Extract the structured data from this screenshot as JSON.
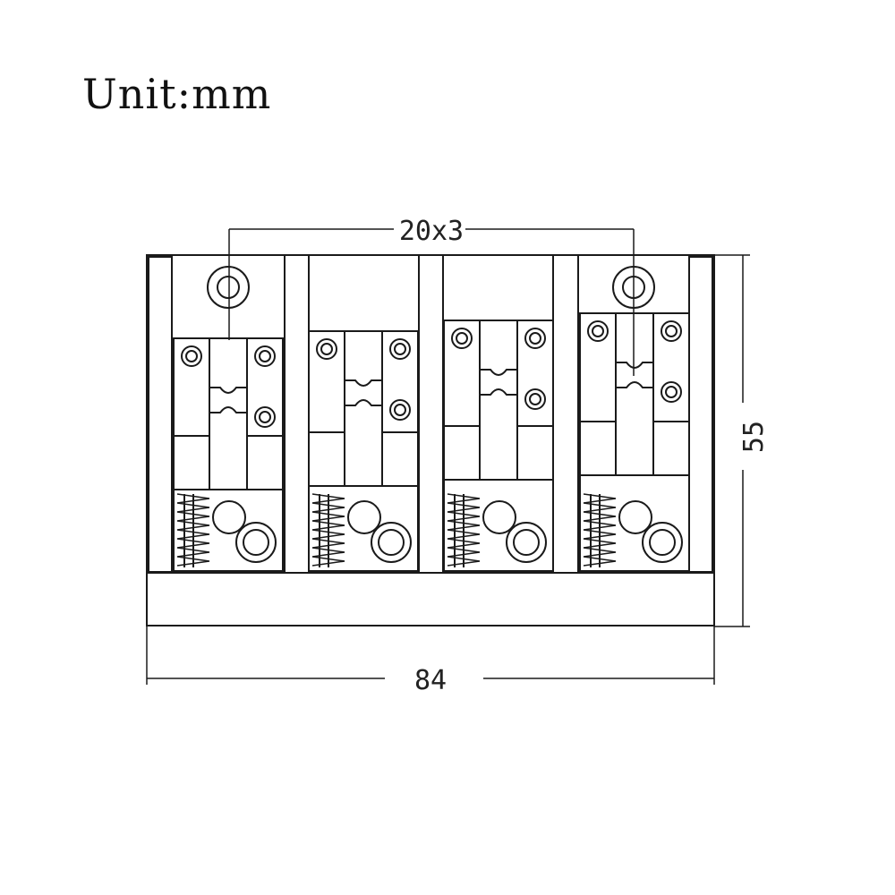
{
  "unit_label": "Unit:mm",
  "dimensions": {
    "spacing": "20x3",
    "height": "55",
    "width": "84"
  },
  "colors": {
    "line": "#1a1a1a",
    "background": "#ffffff"
  }
}
